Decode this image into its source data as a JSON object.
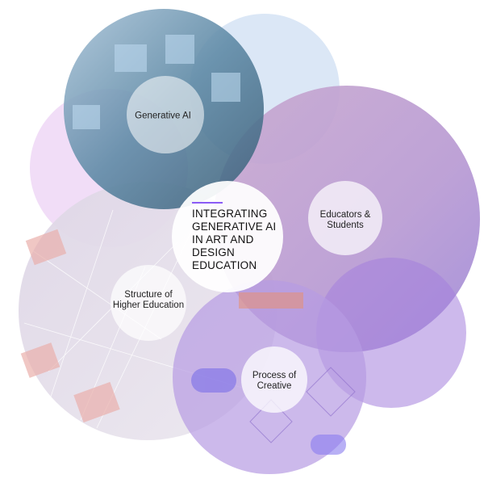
{
  "title": {
    "line1": "INTEGRATING",
    "line2": "GENERATIVE AI",
    "line3": "IN ART AND",
    "line4": "DESIGN",
    "line5": "EDUCATION",
    "accent": "#8b5cf6"
  },
  "nodes": [
    {
      "label": "Generative AI",
      "image": "laptop-ai-icons"
    },
    {
      "label_line1": "Educators &",
      "label_line2": "Students",
      "image": "classroom-teacher"
    },
    {
      "label_line1": "Structure of",
      "label_line2": "Higher Education",
      "image": "network-people"
    },
    {
      "label_line1": "Process of",
      "label_line2": "Creative",
      "image": "flowchart"
    }
  ],
  "colors": {
    "light_blue": "#dbe7f6",
    "pink": "#f1ddf7",
    "gray": "#e8e4ec",
    "purple": "#b79be3",
    "deep_purple": "#a47fdd",
    "node_fill": "#ffffff"
  }
}
